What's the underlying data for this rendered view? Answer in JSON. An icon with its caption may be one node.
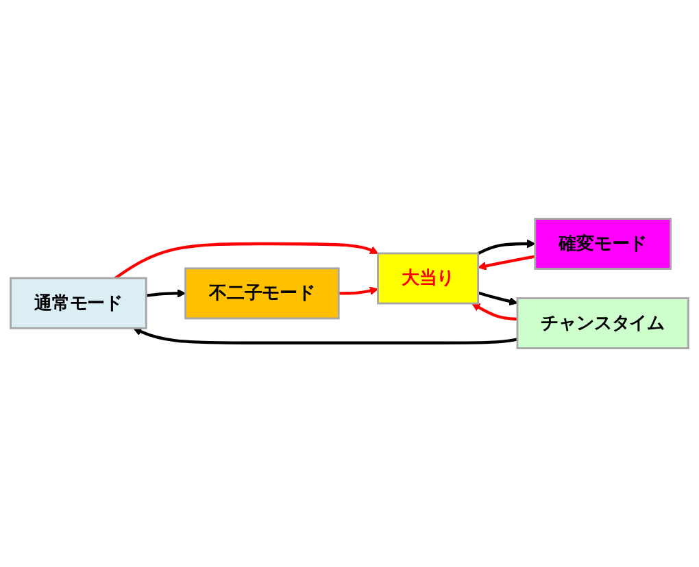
{
  "diagram": {
    "nodes": [
      {
        "text": [
          "通常モード"
        ]
      },
      {
        "text": [
          "不二子モード"
        ]
      },
      {
        "text": [
          "大当り"
        ]
      },
      {
        "text": [
          "チャンスタイム"
        ]
      },
      {
        "text": [
          "確変モード"
        ]
      }
    ],
    "edges": [
      {
        "from": 0,
        "to": 2,
        "arrow": "to",
        "color": "#ff0000"
      },
      {
        "from": 4,
        "to": 2,
        "arrow": "to",
        "color": "#ff0000"
      },
      {
        "from": 2,
        "to": 4,
        "arrow": "to",
        "color": "#000000"
      },
      {
        "from": 0,
        "to": 1,
        "arrow": "to",
        "color": "#000000"
      },
      {
        "from": 1,
        "to": 2,
        "arrow": "to",
        "color": "#ff0000"
      },
      {
        "from": 3,
        "to": 2,
        "arrow": "to",
        "color": "#ff0000"
      },
      {
        "from": 2,
        "to": 3,
        "arrow": "to",
        "color": "#000000"
      },
      {
        "from": 3,
        "to": 0,
        "arrow": "to",
        "color": "#000000"
      }
    ]
  }
}
